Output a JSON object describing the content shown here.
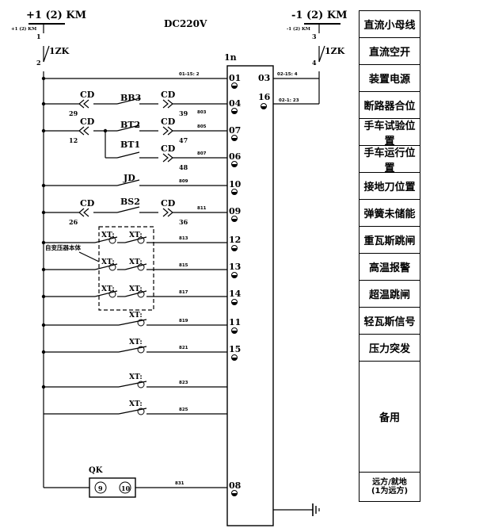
{
  "header": {
    "bus_pos": "+1 (2) KM",
    "bus_pos_sub": "+1 (2) KM",
    "bus_neg": "-1 (2) KM",
    "bus_neg_sub": "-1 (2) KM",
    "supply": "DC220V",
    "breaker": "1ZK",
    "breaker_right": "1ZK",
    "pin_1": "1",
    "pin_2": "2",
    "pin_3": "3",
    "pin_4": "4",
    "module": "1n"
  },
  "wires": {
    "w_01": "01-15: 2",
    "w_03": "02-15: 4",
    "w_16": "02-1: 23",
    "w_803": "803",
    "w_805": "805",
    "w_807": "807",
    "w_809": "809",
    "w_811": "811",
    "w_813": "813",
    "w_815": "815",
    "w_817": "817",
    "w_819": "819",
    "w_821": "821",
    "w_823": "823",
    "w_825": "825",
    "w_831": "831"
  },
  "terminals": {
    "t01": "01",
    "t03": "03",
    "t04": "04",
    "t16": "16",
    "t07": "07",
    "t06": "06",
    "t10": "10",
    "t09": "09",
    "t12": "12",
    "t13": "13",
    "t14": "14",
    "t11": "11",
    "t15": "15",
    "t08": "08"
  },
  "contacts": {
    "cd": "CD",
    "bb3": "BB3",
    "bt2": "BT2",
    "bt1": "BT1",
    "jd": "JD",
    "bs2": "BS2",
    "xt": "XT:",
    "qk": "QK",
    "qk9": "9",
    "qk10": "10",
    "n29": "29",
    "n39": "39",
    "n12": "12",
    "n47": "47",
    "n48": "48",
    "n26": "26",
    "n36": "36",
    "transformer_body": "自变压器本体"
  },
  "legend": [
    "直流小母线",
    "直流空开",
    "装置电源",
    "断路器合位",
    "手车试验位置",
    "手车运行位置",
    "接地刀位置",
    "弹簧未储能",
    "重瓦斯跳闸",
    "高温报警",
    "超温跳闸",
    "轻瓦斯信号",
    "压力突发",
    "备用",
    "远方/就地\n(1为远方)"
  ]
}
